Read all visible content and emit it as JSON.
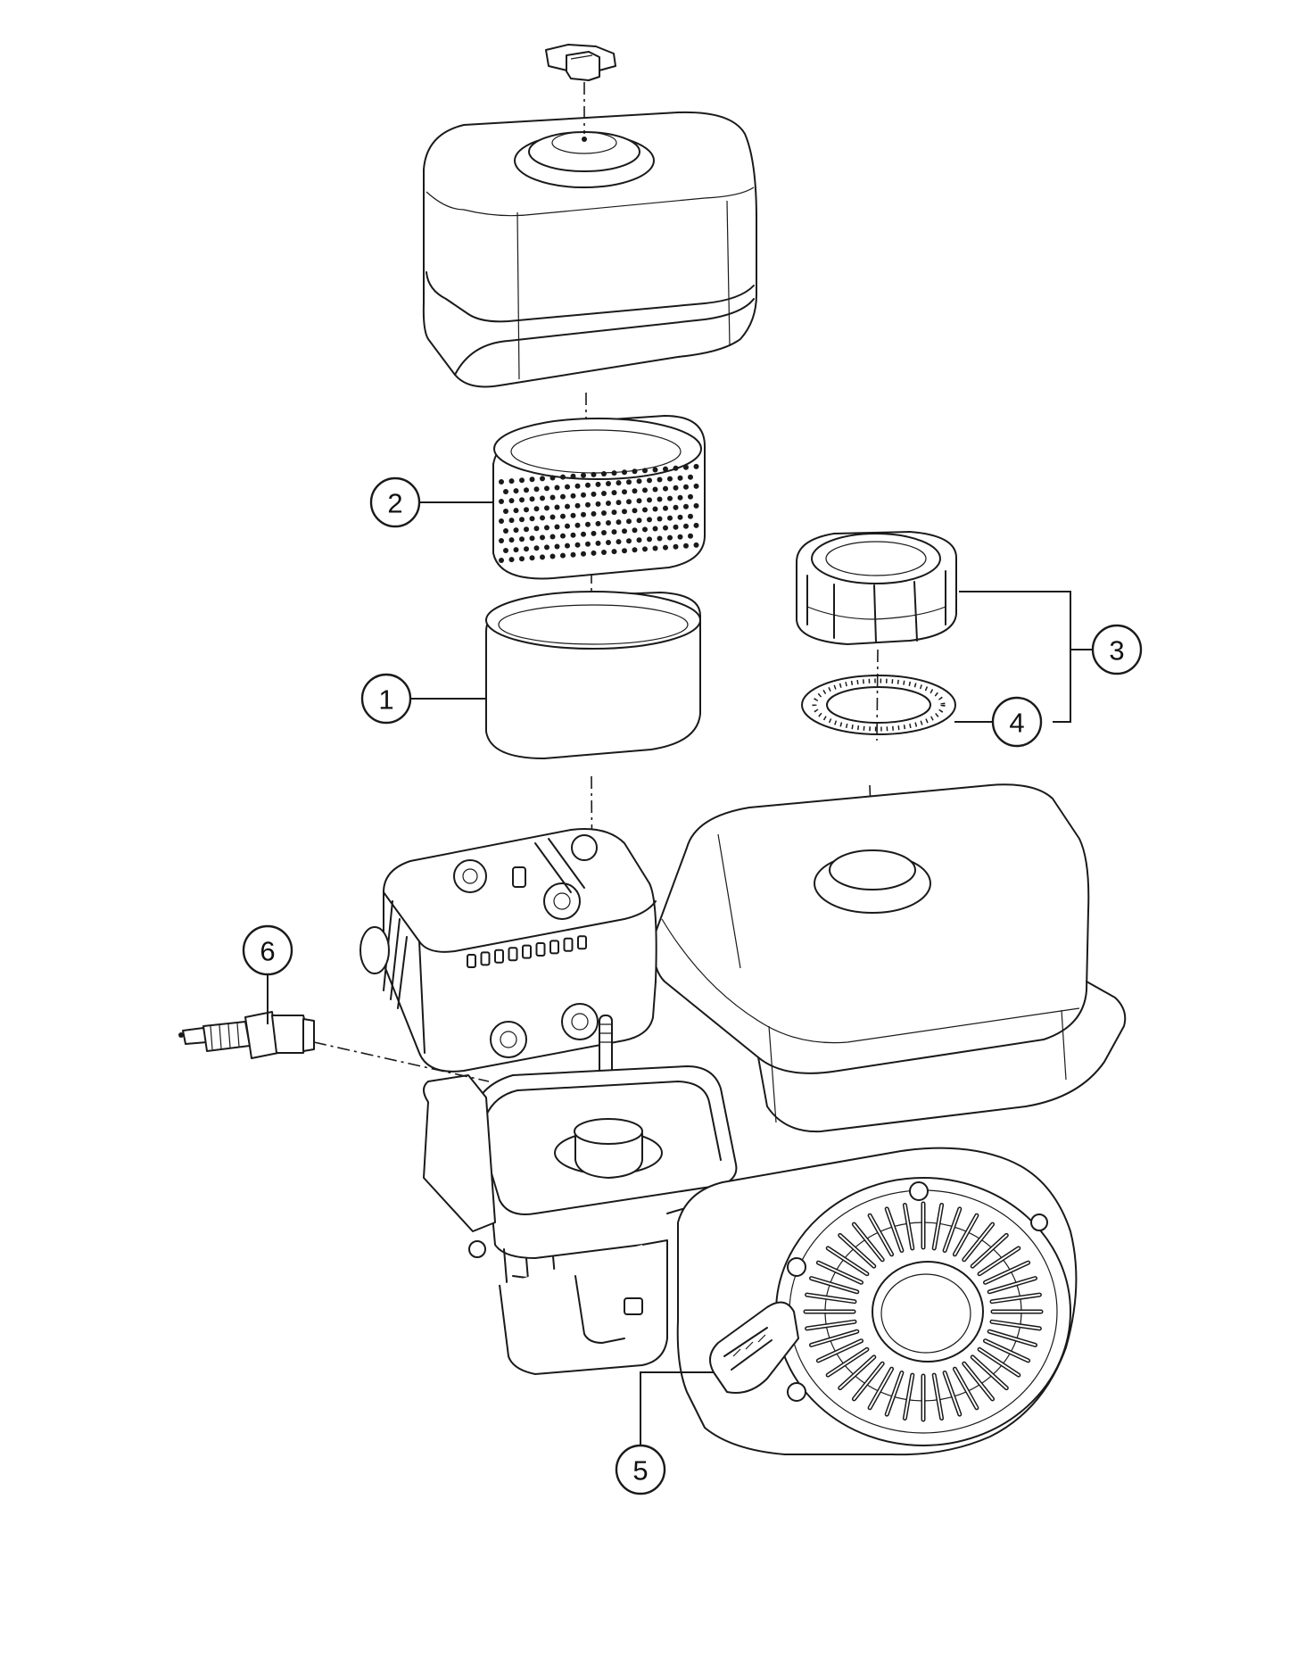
{
  "callouts": [
    {
      "id": "1",
      "label": "1"
    },
    {
      "id": "2",
      "label": "2"
    },
    {
      "id": "3",
      "label": "3"
    },
    {
      "id": "4",
      "label": "4"
    },
    {
      "id": "5",
      "label": "5"
    },
    {
      "id": "6",
      "label": "6"
    }
  ],
  "parts": [
    {
      "callout": "1",
      "icon": "foam-filter-element-icon"
    },
    {
      "callout": "2",
      "icon": "paper-filter-element-icon"
    },
    {
      "callout": "3",
      "icon": "fuel-cap-icon"
    },
    {
      "callout": "4",
      "icon": "fuel-cap-gasket-icon"
    },
    {
      "callout": "5",
      "icon": "recoil-starter-handle-icon"
    },
    {
      "callout": "6",
      "icon": "spark-plug-icon"
    }
  ],
  "colors": {
    "line": "#1a1a1a",
    "background": "#ffffff"
  }
}
